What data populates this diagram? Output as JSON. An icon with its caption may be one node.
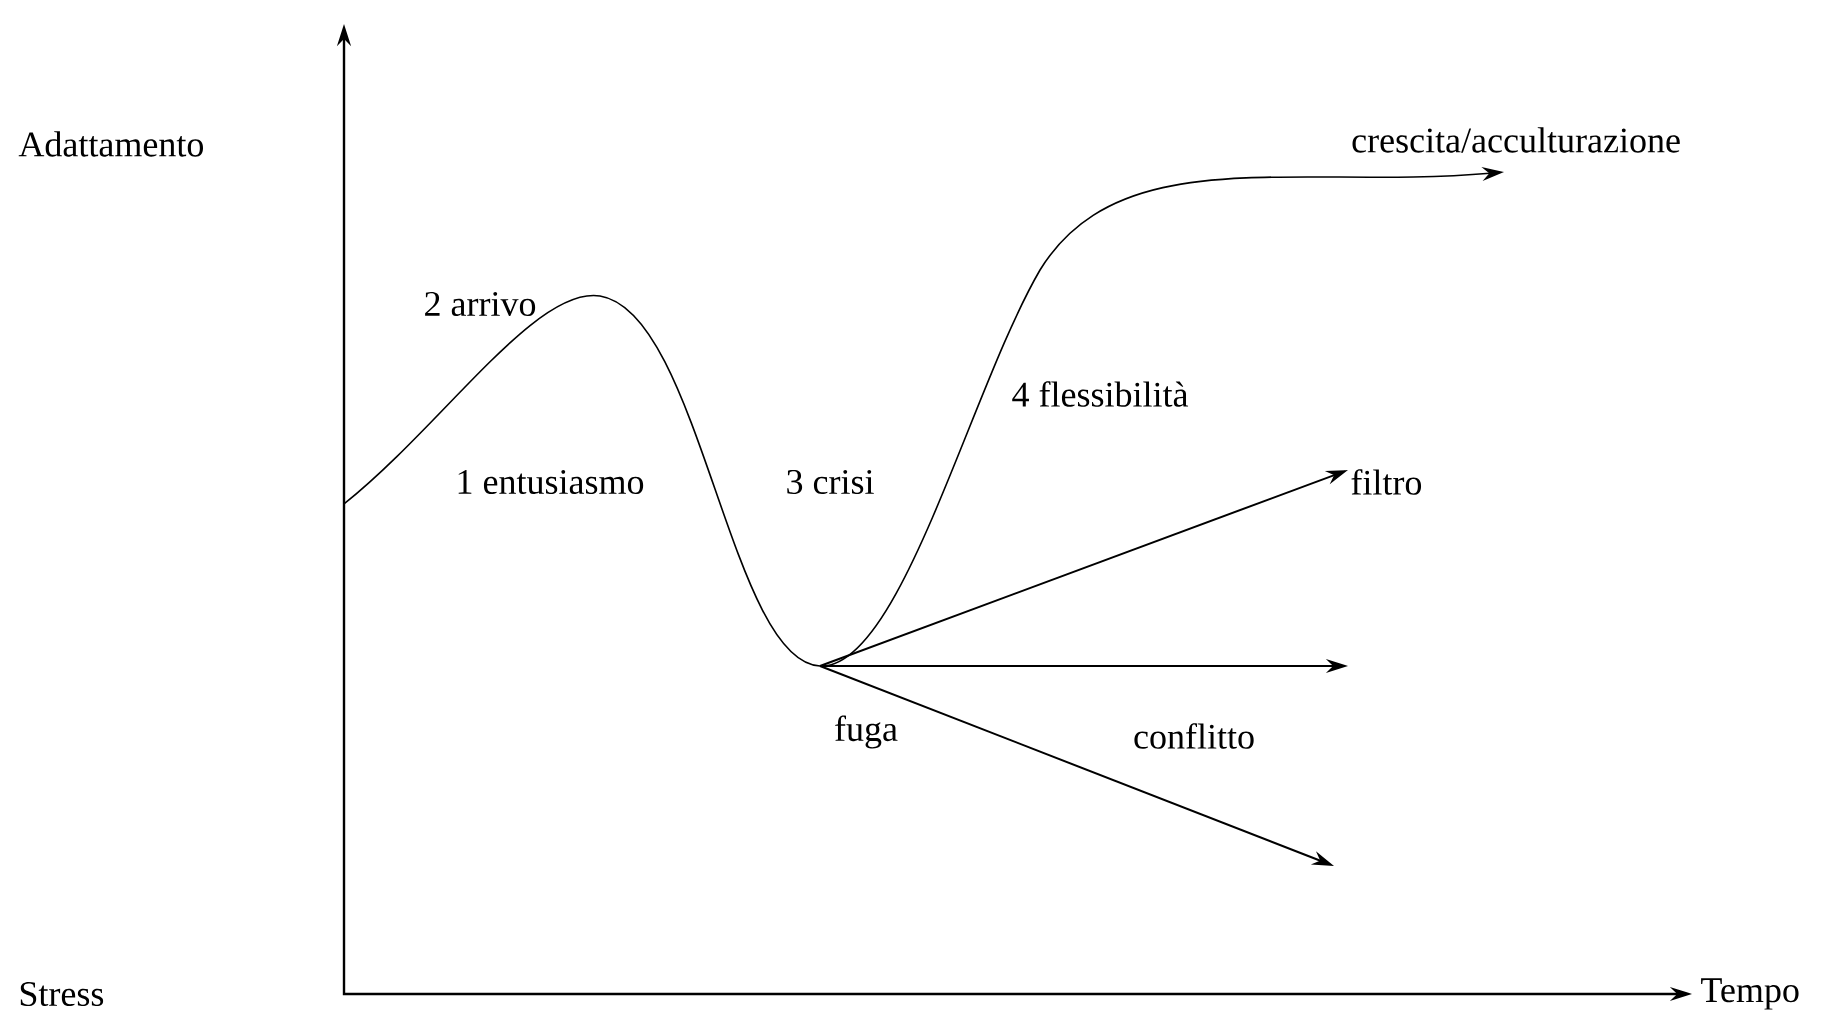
{
  "diagram": {
    "labels": [
      "Adattamento",
      "crescita/acculturazione",
      "2 arrivo",
      "4 flessibilità",
      "1 entusiasmo",
      "3 crisi",
      "filtro",
      "fuga",
      "conflitto",
      "Stress",
      "Tempo"
    ]
  }
}
